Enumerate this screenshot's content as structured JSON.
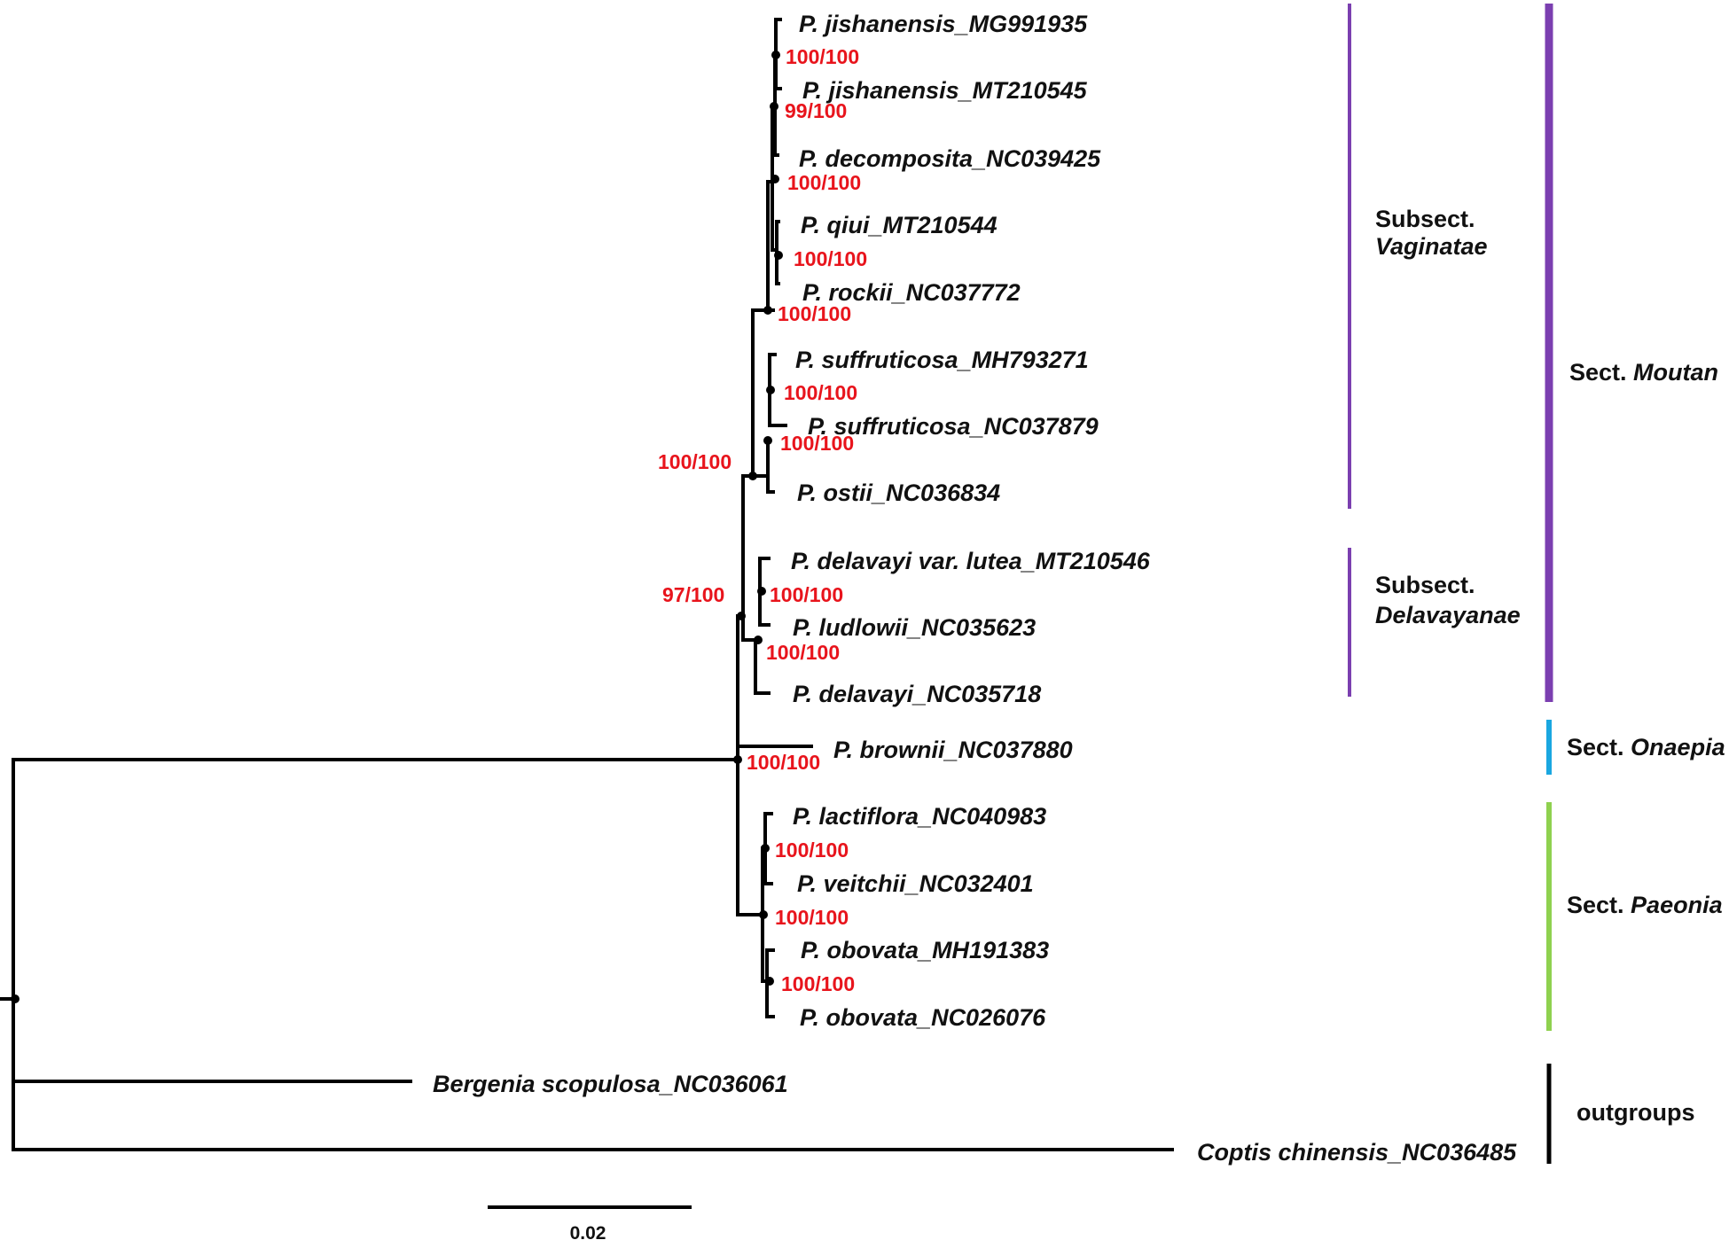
{
  "leaves": [
    "P. jishanensis_MG991935",
    "P. jishanensis_MT210545",
    "P. decomposita_NC039425",
    "P. qiui_MT210544",
    "P. rockii_NC037772",
    "P. suffruticosa_MH793271",
    "P. suffruticosa_NC037879",
    "P. ostii_NC036834",
    "P. delavayi var. lutea_MT210546",
    "P. ludlowii_NC035623",
    "P. delavayi_NC035718",
    "P. brownii_NC037880",
    "P. lactiflora_NC040983",
    "P. veitchii_NC032401",
    "P. obovata_MH191383",
    "P. obovata_NC026076",
    "Bergenia scopulosa_NC036061",
    "Coptis chinensis_NC036485"
  ],
  "support_values": [
    "100/100",
    "99/100",
    "100/100",
    "100/100",
    "100/100",
    "100/100",
    "100/100",
    "100/100",
    "97/100",
    "100/100",
    "100/100",
    "100/100",
    "100/100",
    "100/100",
    "100/100"
  ],
  "groups": {
    "vaginatae": {
      "line1": "Subsect.",
      "line2": "Vaginatae",
      "color": "#7b3fb0"
    },
    "delavayanae": {
      "line1": "Subsect.",
      "line2": "Delavayanae",
      "color": "#7b3fb0"
    },
    "moutan": {
      "prefix": "Sect. ",
      "name": "Moutan",
      "color": "#7b3fb0"
    },
    "onaepia": {
      "prefix": "Sect. ",
      "name": "Onaepia",
      "color": "#1aa7e0"
    },
    "paeonia": {
      "prefix": "Sect. ",
      "name": "Paeonia",
      "color": "#8fd14f"
    },
    "outgroups": {
      "label": "outgroups",
      "color": "#000000"
    }
  },
  "scale_bar": {
    "label": "0.02"
  }
}
